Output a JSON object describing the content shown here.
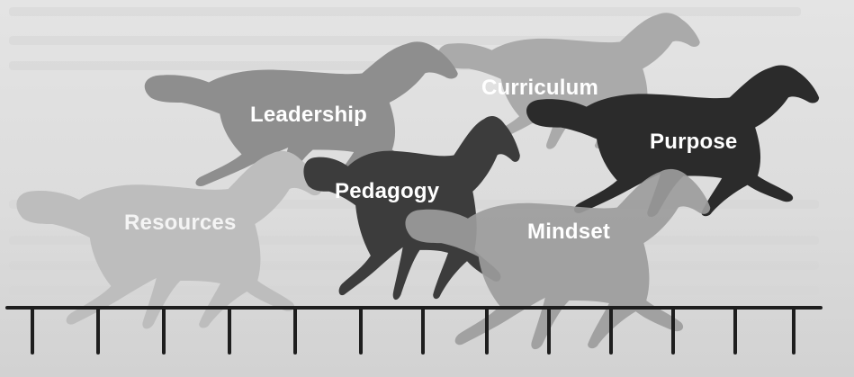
{
  "labels": {
    "leadership": "Leadership",
    "curriculum": "Curriculum",
    "purpose": "Purpose",
    "pedagogy": "Pedagogy",
    "resources": "Resources",
    "mindset": "Mindset"
  },
  "colors": {
    "background": "#dcdcdc",
    "leadership_horse": "#8e8e8e",
    "curriculum_horse": "#aaaaaa",
    "purpose_horse": "#2b2b2b",
    "pedagogy_horse": "#3c3c3c",
    "resources_horse": "#bdbdbd",
    "mindset_horse": "#9c9c9c",
    "track": "#1e1e1e",
    "label_text": "#ffffff"
  },
  "icons": [
    "galloping-horse-icon",
    "race-track-fence-icon"
  ]
}
